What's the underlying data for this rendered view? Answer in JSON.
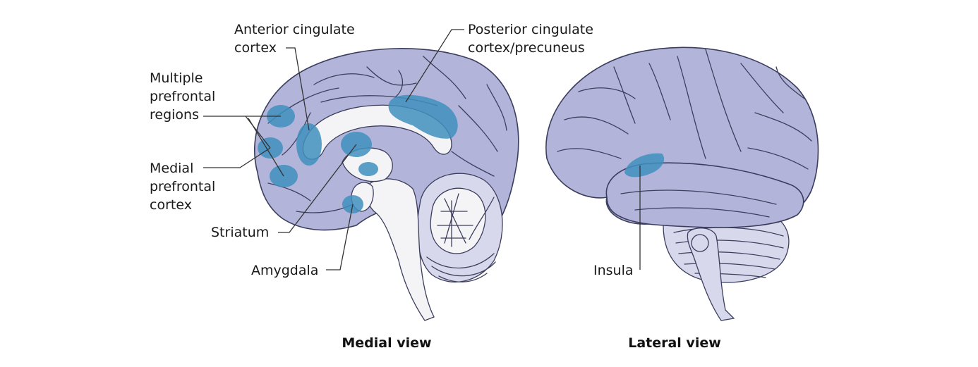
{
  "medial": {
    "caption": "Medial view",
    "labels": {
      "anterior_cingulate_1": "Anterior cingulate",
      "anterior_cingulate_2": "cortex",
      "posterior_cingulate_1": "Posterior cingulate",
      "posterior_cingulate_2": "cortex/precuneus",
      "multiple_prefrontal_1": "Multiple",
      "multiple_prefrontal_2": "prefrontal",
      "multiple_prefrontal_3": "regions",
      "medial_prefrontal_1": "Medial",
      "medial_prefrontal_2": "prefrontal",
      "medial_prefrontal_3": "cortex",
      "striatum": "Striatum",
      "amygdala": "Amygdala"
    }
  },
  "lateral": {
    "caption": "Lateral view",
    "labels": {
      "insula": "Insula"
    }
  },
  "colors": {
    "cortex": "#b3b4d9",
    "highlight": "#3f8fbd",
    "outline": "#3b3d5e"
  }
}
